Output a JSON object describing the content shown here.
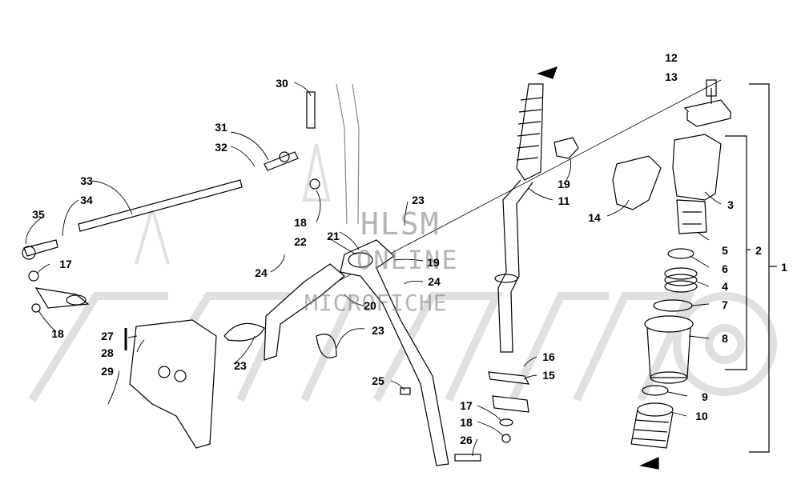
{
  "watermark": {
    "brand": "HLSM",
    "online": "ONLINE",
    "sub": "MICROFICHE"
  },
  "callouts": [
    {
      "id": "c30",
      "text": "30"
    },
    {
      "id": "c31",
      "text": "31"
    },
    {
      "id": "c32",
      "text": "32"
    },
    {
      "id": "c33",
      "text": "33"
    },
    {
      "id": "c34",
      "text": "34"
    },
    {
      "id": "c35",
      "text": "35"
    },
    {
      "id": "c17a",
      "text": "17"
    },
    {
      "id": "c18a",
      "text": "18"
    },
    {
      "id": "c18b",
      "text": "18"
    },
    {
      "id": "c22",
      "text": "22"
    },
    {
      "id": "c21",
      "text": "21"
    },
    {
      "id": "c23a",
      "text": "23"
    },
    {
      "id": "c19a",
      "text": "19"
    },
    {
      "id": "c24a",
      "text": "24"
    },
    {
      "id": "c24b",
      "text": "24"
    },
    {
      "id": "c20",
      "text": "20"
    },
    {
      "id": "c23b",
      "text": "23"
    },
    {
      "id": "c23c",
      "text": "23"
    },
    {
      "id": "c27",
      "text": "27"
    },
    {
      "id": "c28",
      "text": "28"
    },
    {
      "id": "c29",
      "text": "29"
    },
    {
      "id": "c25",
      "text": "25"
    },
    {
      "id": "c17b",
      "text": "17"
    },
    {
      "id": "c18c",
      "text": "18"
    },
    {
      "id": "c26",
      "text": "26"
    },
    {
      "id": "c16",
      "text": "16"
    },
    {
      "id": "c15",
      "text": "15"
    },
    {
      "id": "c11",
      "text": "11"
    },
    {
      "id": "c19b",
      "text": "19"
    },
    {
      "id": "c14",
      "text": "14"
    },
    {
      "id": "c12",
      "text": "12"
    },
    {
      "id": "c13",
      "text": "13"
    },
    {
      "id": "c3",
      "text": "3"
    },
    {
      "id": "c5",
      "text": "5"
    },
    {
      "id": "c6",
      "text": "6"
    },
    {
      "id": "c4",
      "text": "4"
    },
    {
      "id": "c7",
      "text": "7"
    },
    {
      "id": "c8",
      "text": "8"
    },
    {
      "id": "c9",
      "text": "9"
    },
    {
      "id": "c10",
      "text": "10"
    },
    {
      "id": "c2",
      "text": "2"
    },
    {
      "id": "c1",
      "text": "1"
    }
  ]
}
